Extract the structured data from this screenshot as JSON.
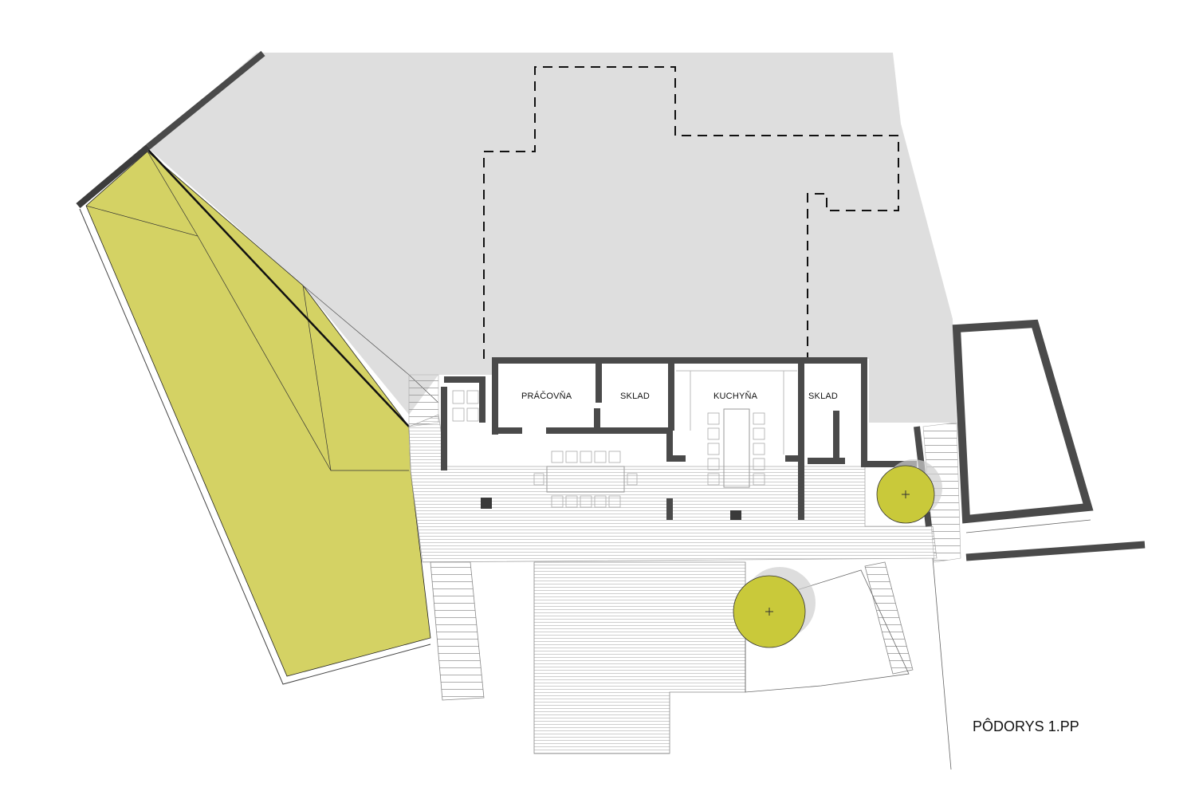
{
  "rooms": [
    {
      "label": "PRÁČOVŇA"
    },
    {
      "label": "SKLAD"
    },
    {
      "label": "KUCHYŇA"
    },
    {
      "label": "SKLAD"
    }
  ],
  "title": "PÔDORYS 1.PP",
  "colors": {
    "terrain": "#dedede",
    "green_roof": "#d4d264",
    "walls": "#4a4a4a",
    "tree": "#c9c93a"
  }
}
